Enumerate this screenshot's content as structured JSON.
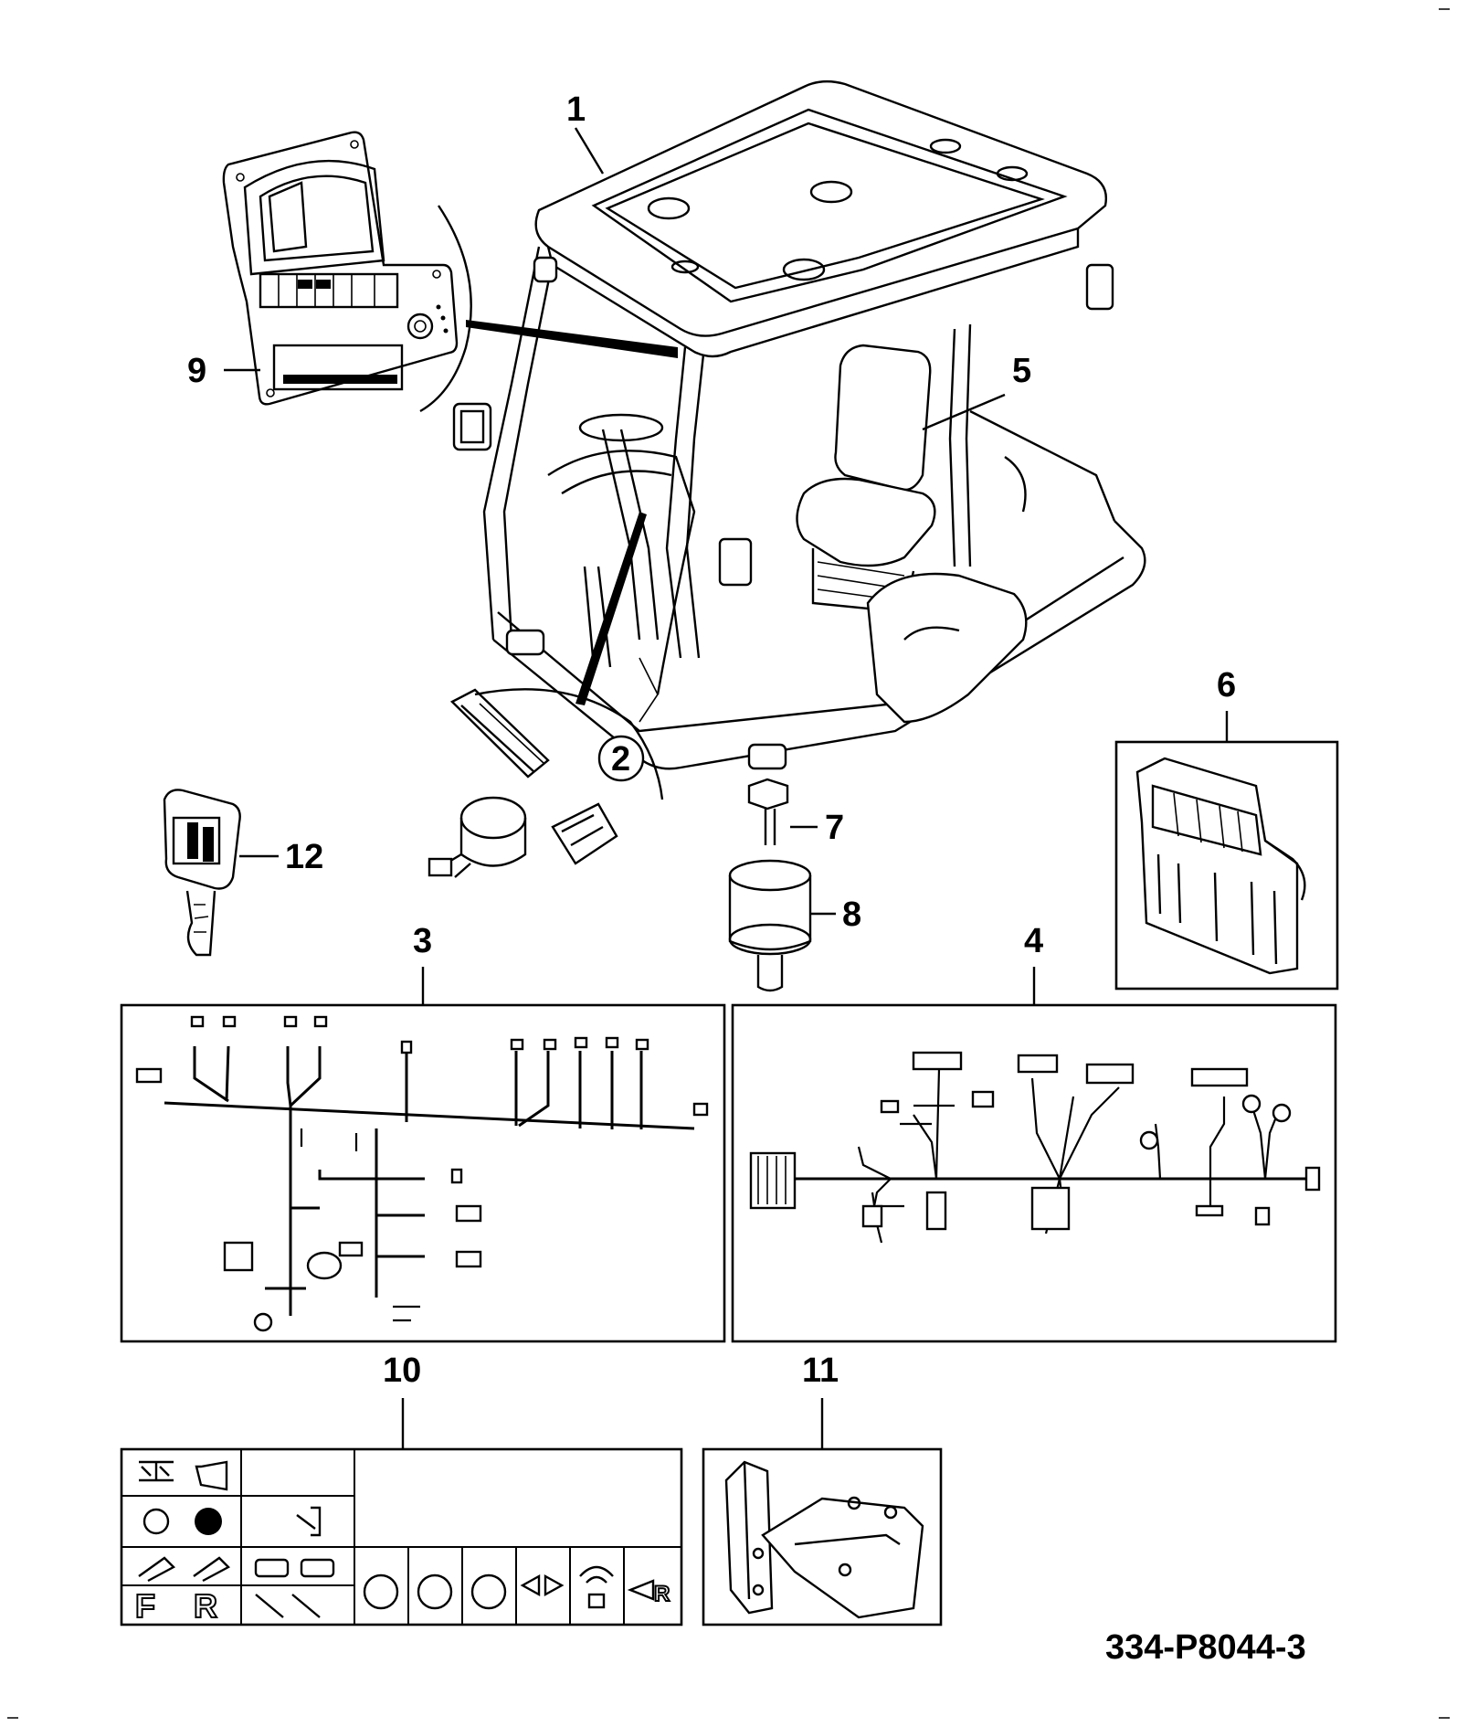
{
  "callouts": {
    "c1": "1",
    "c2": "2",
    "c3": "3",
    "c4": "4",
    "c5": "5",
    "c6": "6",
    "c7": "7",
    "c8": "8",
    "c9": "9",
    "c10": "10",
    "c11": "11",
    "c12": "12"
  },
  "reference": "334-P8044-3",
  "decal_symbols": {
    "forward": "F",
    "reverse": "R",
    "reverse_alarm": "R"
  }
}
